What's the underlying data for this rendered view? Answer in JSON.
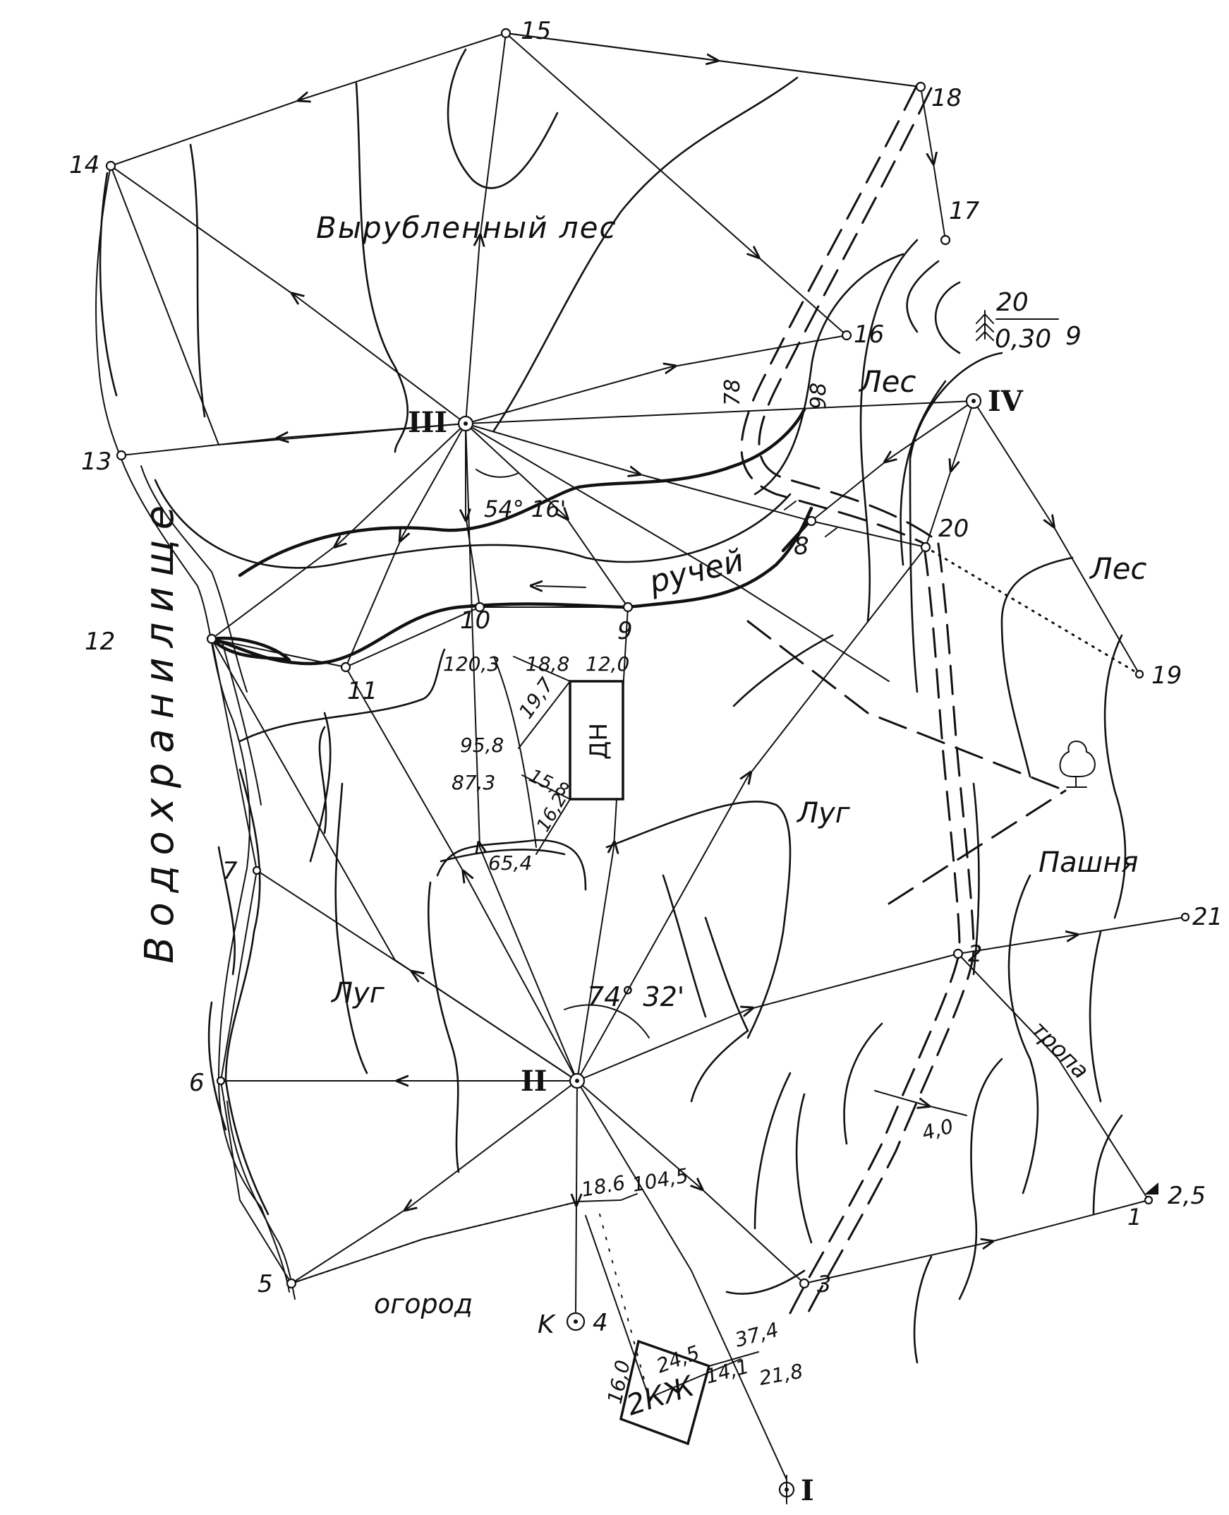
{
  "points": {
    "p1": "1",
    "p2": "2",
    "p3": "3",
    "p4": "4",
    "p5": "5",
    "p6": "6",
    "p7": "7",
    "p8": "8",
    "p9": "9",
    "p10": "10",
    "p11": "11",
    "p12": "12",
    "p13": "13",
    "p14": "14",
    "p15": "15",
    "p16": "16",
    "p17": "17",
    "p18": "18",
    "p19": "19",
    "p20": "20",
    "p21": "21"
  },
  "stations": {
    "s1": "I",
    "s2": "II",
    "s3": "III",
    "s4": "IV",
    "k": "K"
  },
  "areas": {
    "reservoir": "Водохранилище",
    "cut_forest": "Вырубленный лес",
    "forest_1": "Лес",
    "forest_2": "Лес",
    "meadow_1": "Луг",
    "meadow_2": "Луг",
    "arable": "Пашня",
    "garden": "огород",
    "stream": "ручей",
    "path": "тропа"
  },
  "buildings": {
    "dn": "ДН",
    "kzh": "2КЖ"
  },
  "forest_note": {
    "top": "20",
    "bottom": "0,30",
    "right": "9"
  },
  "spot_height": "2,5",
  "angles": {
    "at_III": "54° 16'",
    "at_II": "74° 32'"
  },
  "measurements": {
    "m_120_3": "120,3",
    "m_18_8": "18,8",
    "m_12_0": "12,0",
    "m_19_7": "19,7",
    "m_95_8": "95,8",
    "m_15_8": "15,8",
    "m_87_3": "87,3",
    "m_16_2": "16,2",
    "m_65_4": "65,4",
    "m_18_6": "18.6",
    "m_104_5": "104,5",
    "m_24_5": "24,5",
    "m_37_4": "37,4",
    "m_14_1": "14,1",
    "m_21_8": "21,8",
    "m_16_0": "16,0",
    "m_4_0": "4,0",
    "m_78": "78",
    "m_98": "98"
  }
}
